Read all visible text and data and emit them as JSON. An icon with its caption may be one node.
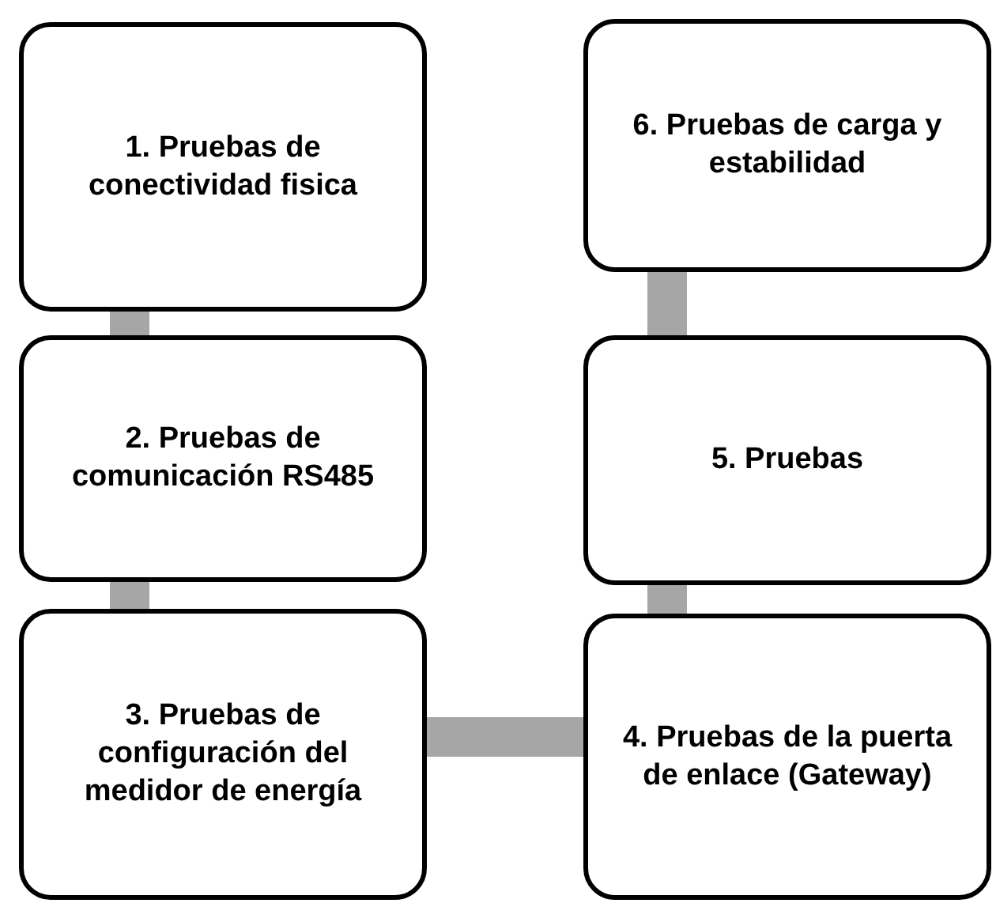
{
  "diagram": {
    "nodes": [
      {
        "text": [
          "1. Pruebas de conectividad fisica"
        ]
      },
      {
        "text": [
          "2. Pruebas de comunicación RS485"
        ]
      },
      {
        "text": [
          "3. Pruebas de configuración del medidor de energía"
        ]
      },
      {
        "text": [
          "4. Pruebas de la puerta de enlace (Gateway)"
        ]
      },
      {
        "text": [
          "5. Pruebas"
        ]
      },
      {
        "text": [
          "6. Pruebas de carga y estabilidad"
        ]
      }
    ],
    "edges": [
      {
        "from": 0,
        "to": 1,
        "arrow": "none"
      },
      {
        "from": 1,
        "to": 2,
        "arrow": "none"
      },
      {
        "from": 2,
        "to": 3,
        "arrow": "none"
      },
      {
        "from": 3,
        "to": 4,
        "arrow": "none"
      },
      {
        "from": 4,
        "to": 5,
        "arrow": "none"
      }
    ]
  }
}
